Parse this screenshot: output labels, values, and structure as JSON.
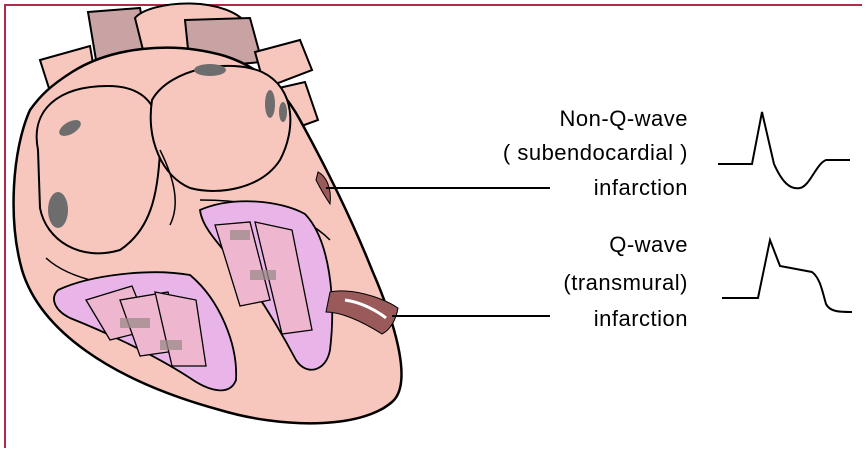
{
  "labels": {
    "nonq": {
      "line1": "Non-Q-wave",
      "line2": "( subendocardial )",
      "line3": "infarction"
    },
    "q": {
      "line1": "Q-wave",
      "line2": "(transmural)",
      "line3": "infarction"
    }
  },
  "colors": {
    "heart_fill": "#f7c7bd",
    "chamber_fill": "#efb7cf",
    "muscle_fill": "#e9b5e9",
    "vessel_shade": "#9b8a8a",
    "infarct_fill": "#9a5a5a",
    "dark_spot": "#6d6d6d",
    "border": "#b02a4a",
    "stroke": "#000000"
  },
  "icons": {
    "nonq_ecg": "ecg-st-depression-trace",
    "q_ecg": "ecg-st-elevation-trace"
  }
}
